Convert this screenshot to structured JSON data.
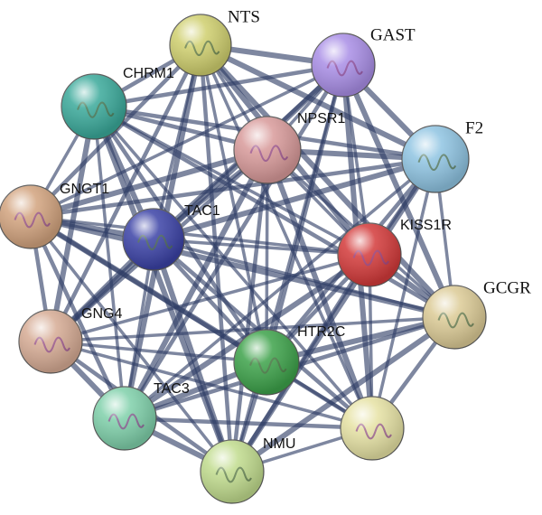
{
  "network": {
    "nodes": [
      {
        "id": "NTS",
        "label": "NTS",
        "color": "#cfcf6e"
      },
      {
        "id": "GAST",
        "label": "GAST",
        "color": "#a98ee6"
      },
      {
        "id": "CHRM1",
        "label": "CHRM1",
        "color": "#3aa99a"
      },
      {
        "id": "NPSR1",
        "label": "NPSR1",
        "color": "#d89a9a"
      },
      {
        "id": "F2",
        "label": "F2",
        "color": "#8fc4e2"
      },
      {
        "id": "GNGT1",
        "label": "GNGT1",
        "color": "#d2a37e"
      },
      {
        "id": "TAC1",
        "label": "TAC1",
        "color": "#3b42a6"
      },
      {
        "id": "KISS1R",
        "label": "KISS1R",
        "color": "#d33a3a"
      },
      {
        "id": "GCGR",
        "label": "GCGR",
        "color": "#dccb96"
      },
      {
        "id": "GNG4",
        "label": "GNG4",
        "color": "#d6ab94"
      },
      {
        "id": "HTR2C",
        "label": "HTR2C",
        "color": "#3da24a"
      },
      {
        "id": "TAC3",
        "label": "TAC3",
        "color": "#7fd0aa"
      },
      {
        "id": "NMU",
        "label": "NMU",
        "color": "#c1dc8e"
      },
      {
        "id": "PARTIAL",
        "label": "",
        "color": "#e6e2a4"
      }
    ],
    "edges": [
      [
        "NTS",
        "GAST"
      ],
      [
        "NTS",
        "CHRM1"
      ],
      [
        "NTS",
        "NPSR1"
      ],
      [
        "NTS",
        "F2"
      ],
      [
        "NTS",
        "GNGT1"
      ],
      [
        "NTS",
        "TAC1"
      ],
      [
        "NTS",
        "KISS1R"
      ],
      [
        "NTS",
        "GNG4"
      ],
      [
        "NTS",
        "HTR2C"
      ],
      [
        "NTS",
        "TAC3"
      ],
      [
        "NTS",
        "NMU"
      ],
      [
        "NTS",
        "PARTIAL"
      ],
      [
        "NTS",
        "GCGR"
      ],
      [
        "GAST",
        "CHRM1"
      ],
      [
        "GAST",
        "NPSR1"
      ],
      [
        "GAST",
        "F2"
      ],
      [
        "GAST",
        "TAC1"
      ],
      [
        "GAST",
        "KISS1R"
      ],
      [
        "GAST",
        "GCGR"
      ],
      [
        "GAST",
        "HTR2C"
      ],
      [
        "GAST",
        "GNGT1"
      ],
      [
        "GAST",
        "GNG4"
      ],
      [
        "GAST",
        "TAC3"
      ],
      [
        "GAST",
        "NMU"
      ],
      [
        "GAST",
        "PARTIAL"
      ],
      [
        "CHRM1",
        "NPSR1"
      ],
      [
        "CHRM1",
        "GNGT1"
      ],
      [
        "CHRM1",
        "TAC1"
      ],
      [
        "CHRM1",
        "F2"
      ],
      [
        "CHRM1",
        "KISS1R"
      ],
      [
        "CHRM1",
        "GNG4"
      ],
      [
        "CHRM1",
        "HTR2C"
      ],
      [
        "CHRM1",
        "TAC3"
      ],
      [
        "CHRM1",
        "NMU"
      ],
      [
        "CHRM1",
        "GCGR"
      ],
      [
        "CHRM1",
        "PARTIAL"
      ],
      [
        "NPSR1",
        "F2"
      ],
      [
        "NPSR1",
        "TAC1"
      ],
      [
        "NPSR1",
        "KISS1R"
      ],
      [
        "NPSR1",
        "GNGT1"
      ],
      [
        "NPSR1",
        "GNG4"
      ],
      [
        "NPSR1",
        "HTR2C"
      ],
      [
        "NPSR1",
        "TAC3"
      ],
      [
        "NPSR1",
        "NMU"
      ],
      [
        "NPSR1",
        "GCGR"
      ],
      [
        "NPSR1",
        "PARTIAL"
      ],
      [
        "F2",
        "KISS1R"
      ],
      [
        "F2",
        "GCGR"
      ],
      [
        "F2",
        "TAC1"
      ],
      [
        "F2",
        "HTR2C"
      ],
      [
        "F2",
        "PARTIAL"
      ],
      [
        "F2",
        "NMU"
      ],
      [
        "F2",
        "GNGT1"
      ],
      [
        "F2",
        "TAC3"
      ],
      [
        "GNGT1",
        "TAC1"
      ],
      [
        "GNGT1",
        "GNG4"
      ],
      [
        "GNGT1",
        "KISS1R"
      ],
      [
        "GNGT1",
        "HTR2C"
      ],
      [
        "GNGT1",
        "TAC3"
      ],
      [
        "GNGT1",
        "NMU"
      ],
      [
        "GNGT1",
        "GCGR"
      ],
      [
        "GNGT1",
        "PARTIAL"
      ],
      [
        "TAC1",
        "KISS1R"
      ],
      [
        "TAC1",
        "GNG4"
      ],
      [
        "TAC1",
        "HTR2C"
      ],
      [
        "TAC1",
        "TAC3"
      ],
      [
        "TAC1",
        "NMU"
      ],
      [
        "TAC1",
        "PARTIAL"
      ],
      [
        "TAC1",
        "GCGR"
      ],
      [
        "KISS1R",
        "GCGR"
      ],
      [
        "KISS1R",
        "HTR2C"
      ],
      [
        "KISS1R",
        "GNG4"
      ],
      [
        "KISS1R",
        "TAC3"
      ],
      [
        "KISS1R",
        "NMU"
      ],
      [
        "KISS1R",
        "PARTIAL"
      ],
      [
        "GCGR",
        "HTR2C"
      ],
      [
        "GCGR",
        "PARTIAL"
      ],
      [
        "GCGR",
        "GNG4"
      ],
      [
        "GCGR",
        "NMU"
      ],
      [
        "GCGR",
        "TAC3"
      ],
      [
        "GNG4",
        "HTR2C"
      ],
      [
        "GNG4",
        "TAC3"
      ],
      [
        "GNG4",
        "NMU"
      ],
      [
        "GNG4",
        "PARTIAL"
      ],
      [
        "HTR2C",
        "TAC3"
      ],
      [
        "HTR2C",
        "NMU"
      ],
      [
        "HTR2C",
        "PARTIAL"
      ],
      [
        "TAC3",
        "NMU"
      ],
      [
        "TAC3",
        "PARTIAL"
      ],
      [
        "NMU",
        "PARTIAL"
      ]
    ]
  }
}
